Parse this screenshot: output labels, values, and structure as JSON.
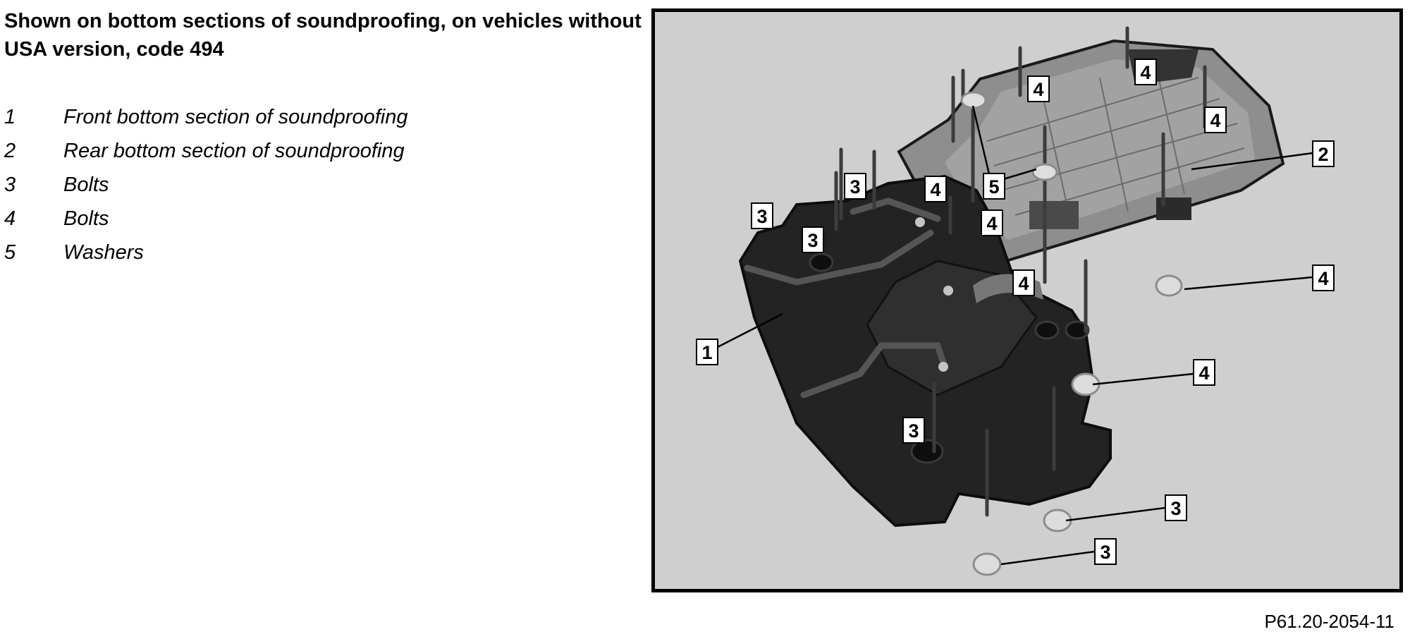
{
  "heading": "Shown on bottom sections of soundproofing, on vehicles without USA version, code 494",
  "legend": [
    {
      "num": "1",
      "label": "Front bottom section of soundproofing"
    },
    {
      "num": "2",
      "label": "Rear bottom section of soundproofing"
    },
    {
      "num": "3",
      "label": "Bolts"
    },
    {
      "num": "4",
      "label": "Bolts"
    },
    {
      "num": "5",
      "label": "Washers"
    }
  ],
  "callouts": {
    "c1": "1",
    "c2": "2",
    "c3a": "3",
    "c3b": "3",
    "c3c": "3",
    "c3d": "3",
    "c3e": "3",
    "c3f": "3",
    "c4a": "4",
    "c4b": "4",
    "c4c": "4",
    "c4d": "4",
    "c4e": "4",
    "c4f": "4",
    "c4g": "4",
    "c4h": "4",
    "c5": "5"
  },
  "figure_code": "P61.20-2054-11",
  "colors": {
    "figure_bg": "#cfcfcf",
    "front_panel": "#232323",
    "rear_panel": "#8e8e8e"
  }
}
